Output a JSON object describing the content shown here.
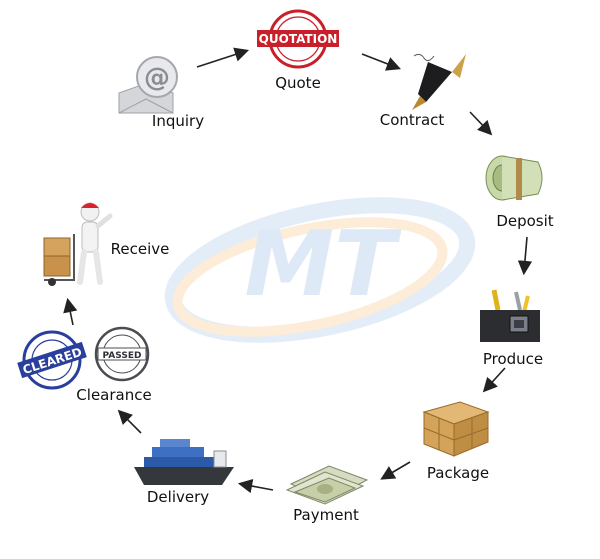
{
  "diagram": {
    "watermark_text": "MT",
    "steps": [
      {
        "id": "inquiry",
        "label": "Inquiry",
        "icon": "email-at-icon"
      },
      {
        "id": "quote",
        "label": "Quote",
        "icon": "quotation-stamp-icon"
      },
      {
        "id": "contract",
        "label": "Contract",
        "icon": "fountain-pen-icon"
      },
      {
        "id": "deposit",
        "label": "Deposit",
        "icon": "money-roll-icon"
      },
      {
        "id": "produce",
        "label": "Produce",
        "icon": "toolbox-icon"
      },
      {
        "id": "package",
        "label": "Package",
        "icon": "wooden-crate-icon"
      },
      {
        "id": "payment",
        "label": "Payment",
        "icon": "cash-stack-icon"
      },
      {
        "id": "delivery",
        "label": "Delivery",
        "icon": "cargo-ship-icon"
      },
      {
        "id": "clearance",
        "label": "Clearance",
        "icon": "customs-stamps-icon"
      },
      {
        "id": "receive",
        "label": "Receive",
        "icon": "worker-with-boxes-icon"
      }
    ],
    "stamps": {
      "quote": "QUOTATION",
      "cleared": "CLEARED",
      "passed": "PASSED"
    },
    "colors": {
      "watermark_blue": "#d9e7f7",
      "watermark_orange": "#fbe3c6",
      "stamp_red": "#c8202a",
      "stamp_blue": "#2a3e9c",
      "arrow": "#222222"
    }
  }
}
